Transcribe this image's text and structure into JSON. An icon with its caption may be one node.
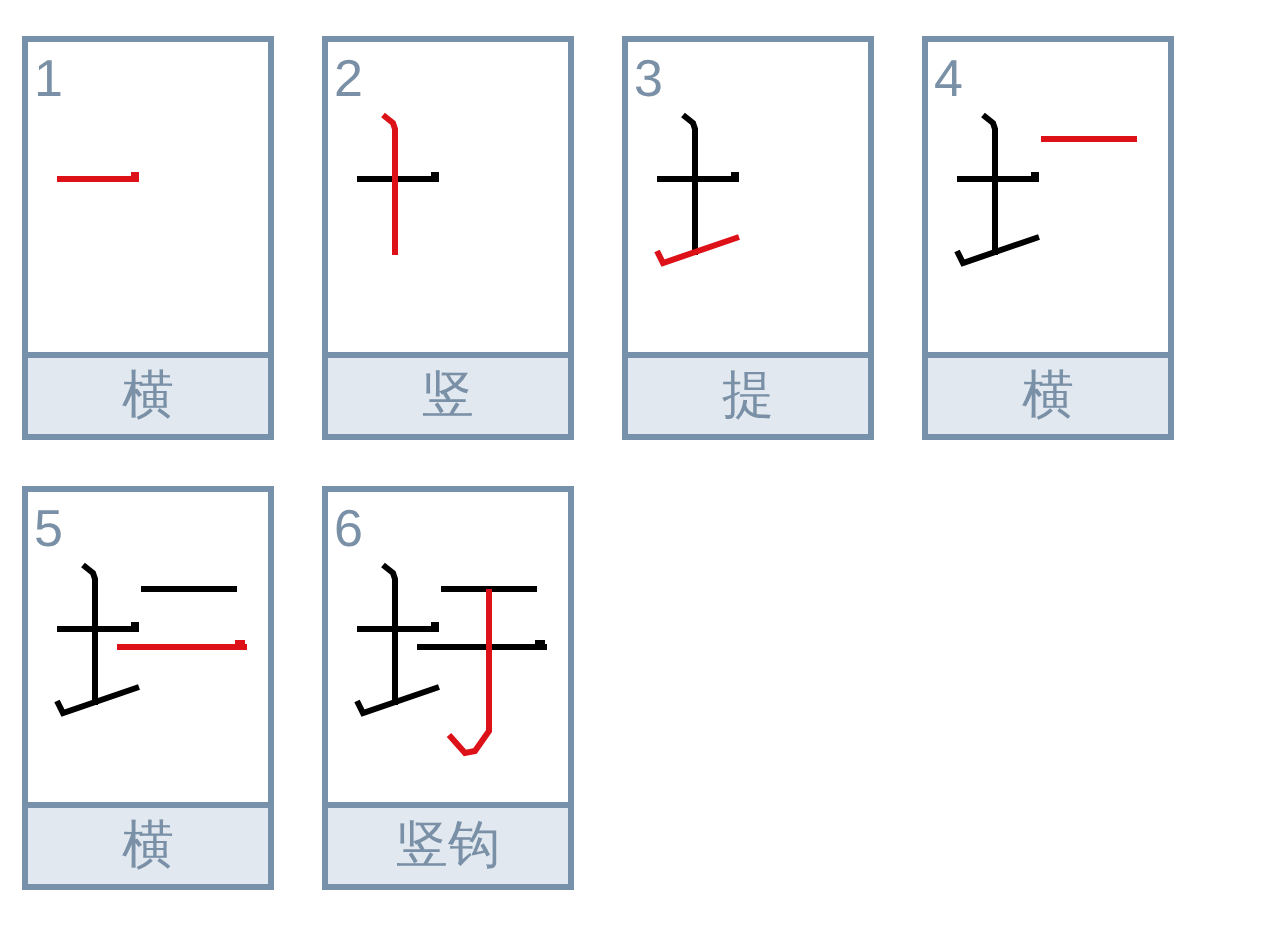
{
  "diagram": {
    "nodes": [
      {
        "text": [
          "1",
          "横"
        ]
      },
      {
        "text": [
          "2",
          "竖"
        ]
      },
      {
        "text": [
          "3",
          "提"
        ]
      },
      {
        "text": [
          "4",
          "横"
        ]
      },
      {
        "text": [
          "5",
          "横"
        ]
      },
      {
        "text": [
          "6",
          "竖钩"
        ]
      }
    ]
  }
}
